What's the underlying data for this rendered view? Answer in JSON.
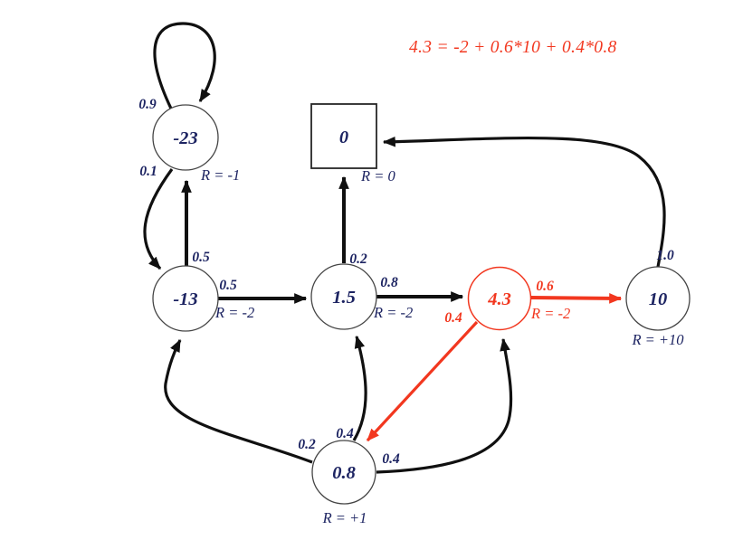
{
  "equation": {
    "text": "4.3 = -2 + 0.6*10 + 0.4*0.8"
  },
  "colors": {
    "accent_red": "#f2371f",
    "label_ink": "#1d2462",
    "edge_black": "#101010"
  },
  "nodes": {
    "n23": {
      "value": "-23",
      "reward": "R = -1",
      "highlighted": false
    },
    "n13": {
      "value": "-13",
      "reward": "R = -2",
      "highlighted": false
    },
    "n15": {
      "value": "1.5",
      "reward": "R = -2",
      "highlighted": false
    },
    "n0": {
      "value": "0",
      "reward": "R = 0",
      "terminal": true,
      "highlighted": false
    },
    "n43": {
      "value": "4.3",
      "reward": "R = -2",
      "highlighted": true
    },
    "n10": {
      "value": "10",
      "reward": "R = +10",
      "highlighted": false
    },
    "n08": {
      "value": "0.8",
      "reward": "R = +1",
      "highlighted": false
    }
  },
  "probs": {
    "n23_loop": "0.9",
    "n23_n13": "0.1",
    "n13_n23": "0.5",
    "n13_n15": "0.5",
    "n15_n0": "0.2",
    "n15_n43": "0.8",
    "n43_n10": "0.6",
    "n43_n08": "0.4",
    "n10_n0": "1.0",
    "n08_n13": "0.2",
    "n08_n15": "0.4",
    "n08_n43": "0.4"
  }
}
